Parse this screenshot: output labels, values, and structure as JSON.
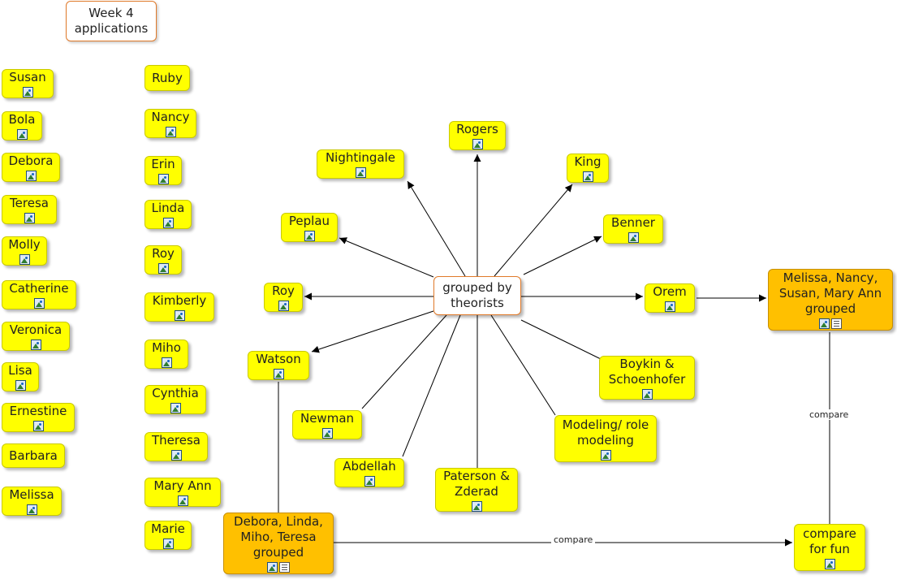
{
  "title": "Week 4 applications",
  "students_col1": [
    {
      "id": "s1",
      "label": "Susan",
      "icons": [
        "image"
      ]
    },
    {
      "id": "s2",
      "label": "Bola",
      "icons": [
        "image"
      ]
    },
    {
      "id": "s3",
      "label": "Debora",
      "icons": [
        "image"
      ]
    },
    {
      "id": "s4",
      "label": "Teresa",
      "icons": [
        "image"
      ]
    },
    {
      "id": "s5",
      "label": "Molly",
      "icons": [
        "image"
      ]
    },
    {
      "id": "s6",
      "label": "Catherine",
      "icons": [
        "image"
      ]
    },
    {
      "id": "s7",
      "label": "Veronica",
      "icons": [
        "image"
      ]
    },
    {
      "id": "s8",
      "label": "Lisa",
      "icons": [
        "image"
      ]
    },
    {
      "id": "s9",
      "label": "Ernestine",
      "icons": [
        "image"
      ]
    },
    {
      "id": "s10",
      "label": "Barbara",
      "icons": []
    },
    {
      "id": "s11",
      "label": "Melissa",
      "icons": [
        "image"
      ]
    }
  ],
  "students_col2": [
    {
      "id": "r1",
      "label": "Ruby",
      "icons": []
    },
    {
      "id": "r2",
      "label": "Nancy",
      "icons": [
        "image"
      ]
    },
    {
      "id": "r3",
      "label": "Erin",
      "icons": [
        "image"
      ]
    },
    {
      "id": "r4",
      "label": "Linda",
      "icons": [
        "image"
      ]
    },
    {
      "id": "r5",
      "label": "Roy",
      "icons": [
        "image"
      ]
    },
    {
      "id": "r6",
      "label": "Kimberly",
      "icons": [
        "image"
      ]
    },
    {
      "id": "r7",
      "label": "Miho",
      "icons": [
        "image"
      ]
    },
    {
      "id": "r8",
      "label": "Cynthia",
      "icons": [
        "image"
      ]
    },
    {
      "id": "r9",
      "label": "Theresa",
      "icons": [
        "image"
      ]
    },
    {
      "id": "r10",
      "label": "Mary Ann",
      "icons": [
        "image"
      ]
    },
    {
      "id": "r11",
      "label": "Marie",
      "icons": [
        "image"
      ]
    }
  ],
  "center": {
    "id": "center",
    "label": "grouped by theorists"
  },
  "theorists": [
    {
      "id": "rogers",
      "label": "Rogers",
      "icons": [
        "image"
      ]
    },
    {
      "id": "nightingale",
      "label": "Nightingale",
      "icons": [
        "image"
      ]
    },
    {
      "id": "king",
      "label": "King",
      "icons": [
        "image"
      ]
    },
    {
      "id": "peplau",
      "label": "Peplau",
      "icons": [
        "image"
      ]
    },
    {
      "id": "benner",
      "label": "Benner",
      "icons": [
        "image"
      ]
    },
    {
      "id": "roy",
      "label": "Roy",
      "icons": [
        "image"
      ]
    },
    {
      "id": "orem",
      "label": "Orem",
      "icons": [
        "image"
      ]
    },
    {
      "id": "watson",
      "label": "Watson",
      "icons": [
        "image"
      ]
    },
    {
      "id": "boykin",
      "label": "Boykin & Schoenhofer",
      "icons": [
        "image"
      ]
    },
    {
      "id": "newman",
      "label": "Newman",
      "icons": [
        "image"
      ]
    },
    {
      "id": "modeling",
      "label": "Modeling/ role modeling",
      "icons": [
        "image"
      ]
    },
    {
      "id": "abdellah",
      "label": "Abdellah",
      "icons": [
        "image"
      ]
    },
    {
      "id": "paterson",
      "label": "Paterson & Zderad",
      "icons": [
        "image"
      ]
    }
  ],
  "groups": [
    {
      "id": "group1",
      "label": "Melissa, Nancy, Susan, Mary Ann grouped",
      "icons": [
        "image",
        "doc"
      ]
    },
    {
      "id": "group2",
      "label": "Debora, Linda, Miho, Teresa grouped",
      "icons": [
        "image",
        "doc"
      ]
    },
    {
      "id": "fun",
      "label": "compare for fun",
      "icons": [
        "image"
      ]
    }
  ],
  "edge_labels": {
    "compare_right": "compare",
    "compare_bottom": "compare"
  },
  "colors": {
    "student": "#ffff00",
    "group": "#ffc000",
    "center_border": "#e07a2a",
    "line": "#000000"
  }
}
